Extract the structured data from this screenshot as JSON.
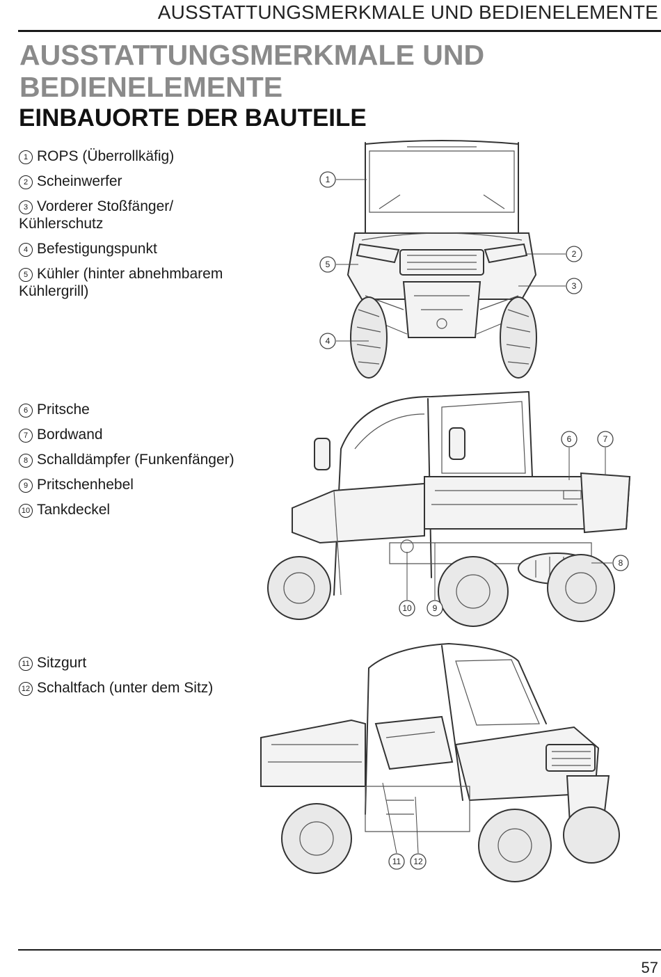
{
  "header": {
    "running_head": "AUSSTATTUNGSMERKMALE UND BEDIENELEMENTE"
  },
  "title": "AUSSTATTUNGSMERKMALE UND BEDIENELEMENTE",
  "subtitle": "EINBAUORTE DER BAUTEILE",
  "groups": [
    {
      "items": [
        {
          "num": "1",
          "label": "ROPS (Überrollkäfig)"
        },
        {
          "num": "2",
          "label": "Scheinwerfer"
        },
        {
          "num": "3",
          "label": "Vorderer Stoßfänger/ Kühlerschutz"
        },
        {
          "num": "4",
          "label": "Befestigungspunkt"
        },
        {
          "num": "5",
          "label": "Kühler (hinter abnehmbarem Kühlergrill)"
        }
      ]
    },
    {
      "items": [
        {
          "num": "6",
          "label": "Pritsche"
        },
        {
          "num": "7",
          "label": "Bordwand"
        },
        {
          "num": "8",
          "label": "Schalldämpfer (Funkenfänger)"
        },
        {
          "num": "9",
          "label": "Pritschenhebel"
        },
        {
          "num": "10",
          "label": "Tankdeckel"
        }
      ]
    },
    {
      "items": [
        {
          "num": "11",
          "label": "Sitzgurt"
        },
        {
          "num": "12",
          "label": "Schaltfach (unter dem Sitz)"
        }
      ]
    }
  ],
  "figures": {
    "front": {
      "callouts": [
        "1",
        "2",
        "5",
        "3",
        "4"
      ]
    },
    "side": {
      "callouts": [
        "6",
        "7",
        "8",
        "10",
        "9"
      ]
    },
    "rear": {
      "callouts": [
        "11",
        "12"
      ]
    }
  },
  "footer": {
    "page_number": "57"
  }
}
